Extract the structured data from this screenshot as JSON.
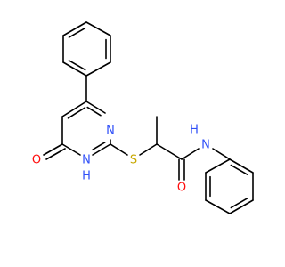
{
  "molecule": {
    "atoms": [
      {
        "id": "O_carbonyl_ring",
        "text": "O",
        "color": "#ff0d0d"
      },
      {
        "id": "N_ring_H",
        "text": "N",
        "color": "#3050f8"
      },
      {
        "id": "H_ring_N",
        "text": "H",
        "color": "#3050f8"
      },
      {
        "id": "N_ring",
        "text": "N",
        "color": "#3050f8"
      },
      {
        "id": "S_thioether",
        "text": "S",
        "color": "#c8a800"
      },
      {
        "id": "N_amide",
        "text": "N",
        "color": "#3050f8"
      },
      {
        "id": "H_amide",
        "text": "H",
        "color": "#3050f8"
      },
      {
        "id": "O_amide",
        "text": "O",
        "color": "#ff0d0d"
      }
    ],
    "bond_color": "#000000"
  }
}
